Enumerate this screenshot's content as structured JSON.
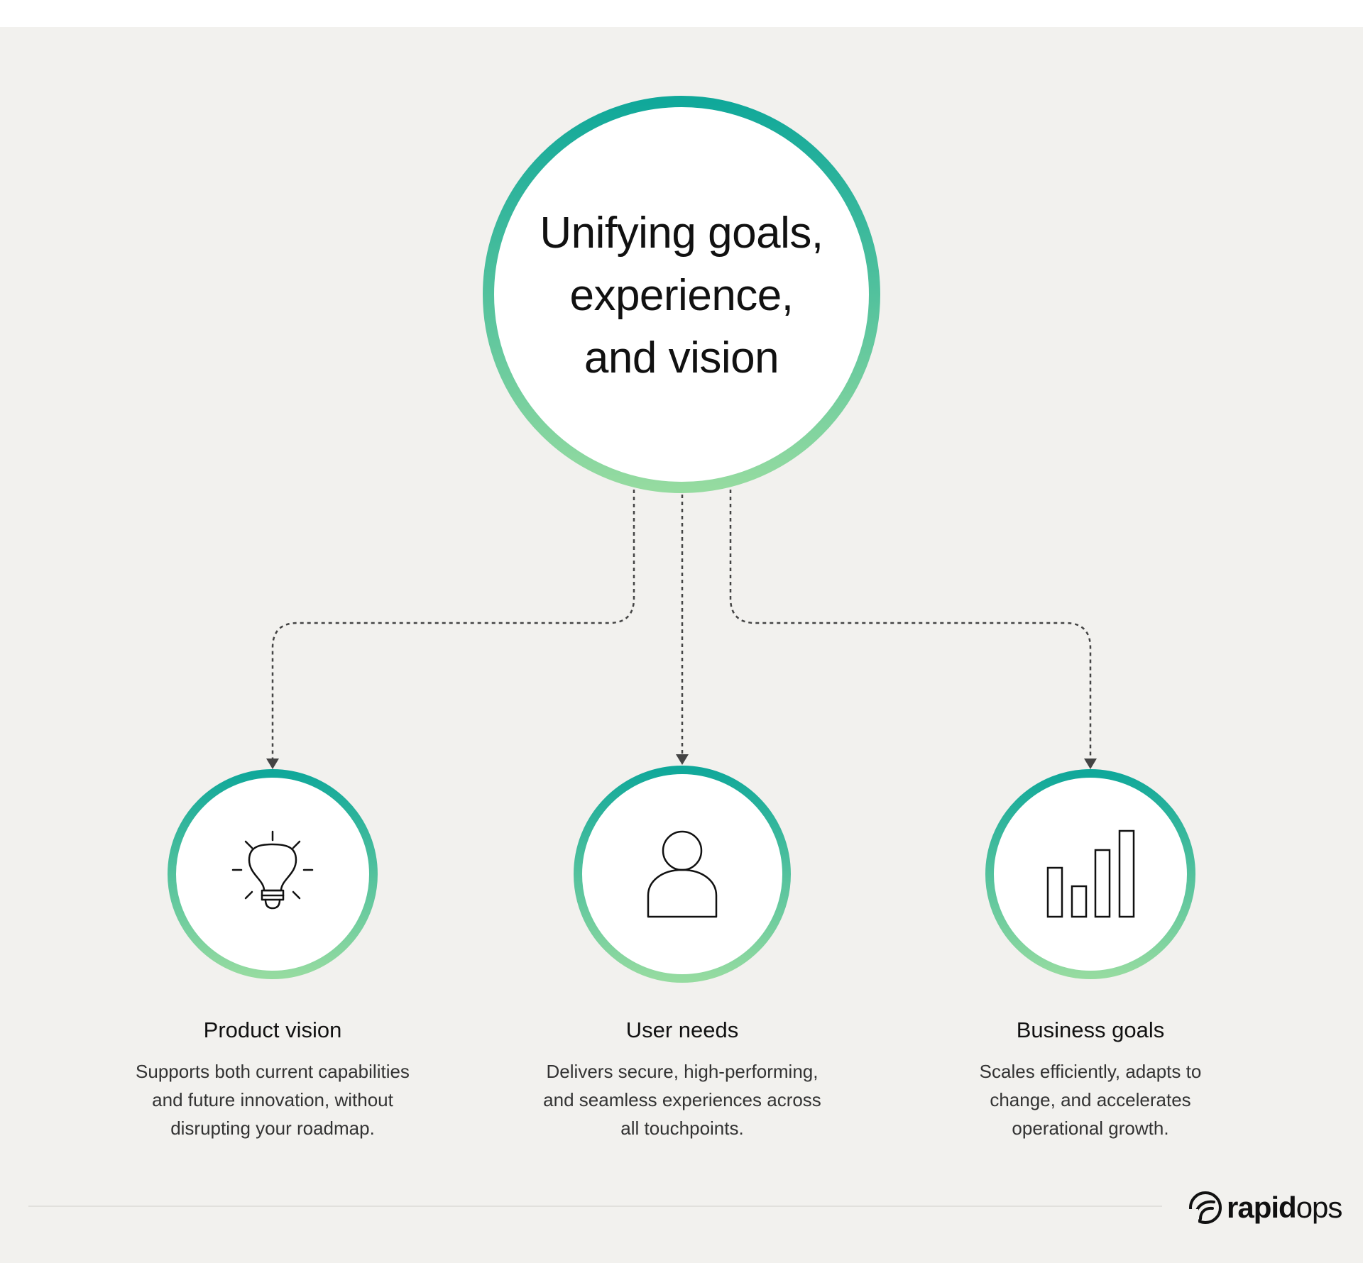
{
  "central": {
    "title_lines": [
      "Unifying goals,",
      "experience,",
      "and vision"
    ]
  },
  "nodes": [
    {
      "title": "Product vision",
      "icon": "lightbulb-icon",
      "description_lines": [
        "Supports both current capabilities",
        "and future innovation, without",
        "disrupting your roadmap."
      ]
    },
    {
      "title": "User needs",
      "icon": "user-icon",
      "description_lines": [
        "Delivers secure, high-performing,",
        "and seamless experiences across",
        "all touchpoints."
      ]
    },
    {
      "title": "Business goals",
      "icon": "bar-chart-icon",
      "description_lines": [
        "Scales efficiently, adapts to",
        "change, and accelerates",
        "operational growth."
      ]
    }
  ],
  "brand": {
    "name_strong": "rapid",
    "name_light": "ops",
    "icon": "rapidops-logo-icon"
  },
  "colors": {
    "ring_top": "#10a89a",
    "ring_bottom": "#95dba0",
    "background": "#f2f1ee",
    "connector": "#444444"
  }
}
